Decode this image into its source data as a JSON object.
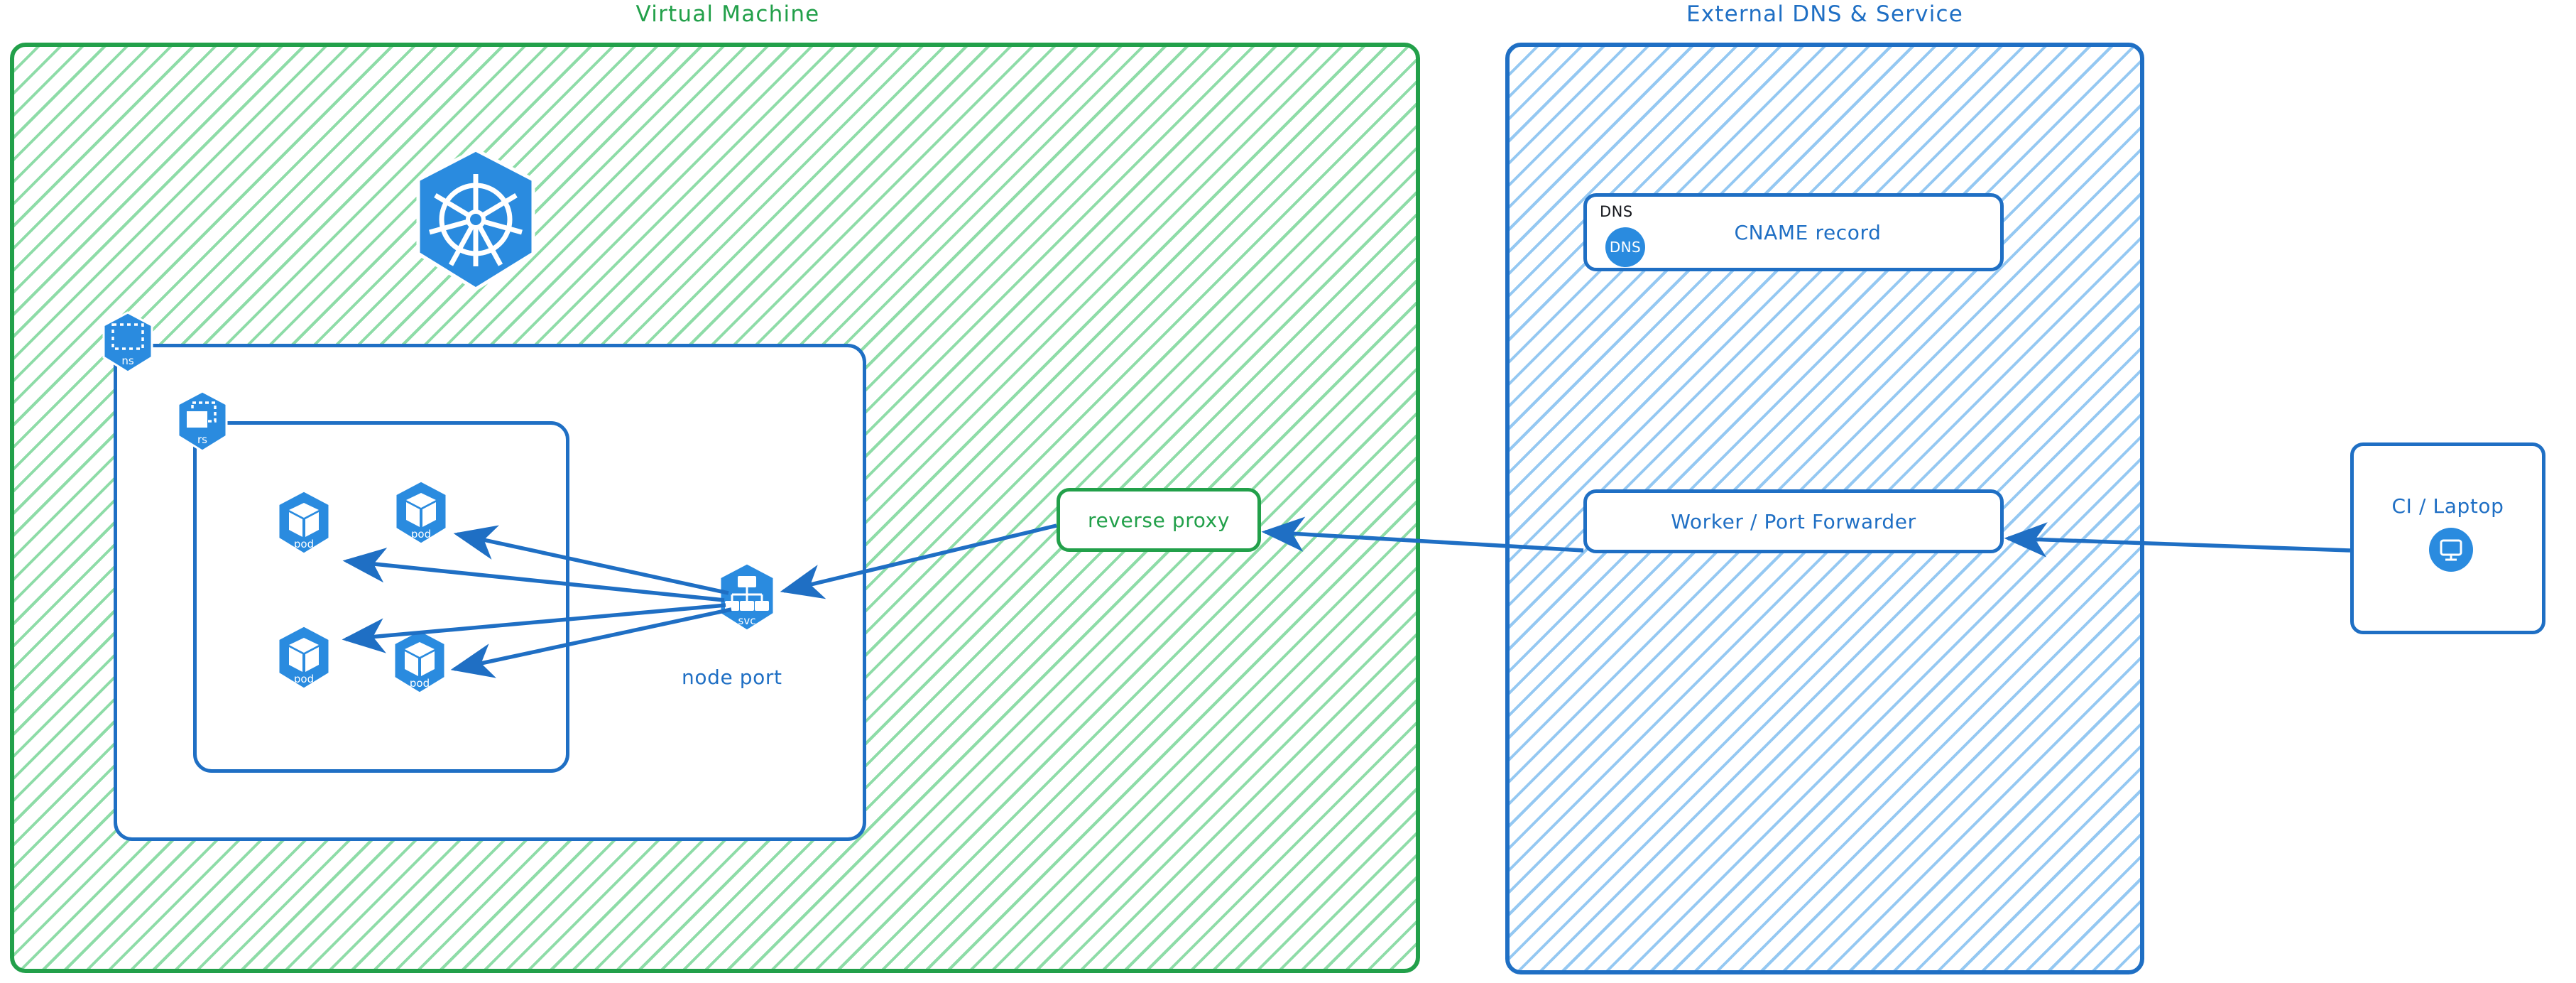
{
  "diagram": {
    "title_left": "Virtual Machine",
    "title_right": "External DNS & Service",
    "colors": {
      "green": "#22a04a",
      "green_hatch": "#7ad698",
      "blue": "#1f6fc4",
      "blue_hatch": "#82bff0",
      "k8s_blue": "#2a8bdf",
      "text_dark": "#16181d"
    }
  },
  "vm": {
    "zone_label": "Virtual Machine",
    "kubernetes_logo": "kubernetes-logo-icon",
    "namespace": {
      "badge_label": "ns",
      "badge_icon": "namespace-icon"
    },
    "replicaset": {
      "badge_label": "rs",
      "badge_icon": "replicaset-icon"
    },
    "pods": [
      {
        "label": "pod",
        "icon": "pod-icon"
      },
      {
        "label": "pod",
        "icon": "pod-icon"
      },
      {
        "label": "pod",
        "icon": "pod-icon"
      },
      {
        "label": "pod",
        "icon": "pod-icon"
      }
    ],
    "service": {
      "badge_label": "svc",
      "badge_icon": "service-icon",
      "caption": "node port"
    },
    "reverse_proxy": {
      "label": "reverse proxy"
    }
  },
  "external": {
    "zone_label": "External DNS & Service",
    "dns_card": {
      "corner_tag": "DNS",
      "badge_text": "DNS",
      "badge_icon": "dns-circle-icon",
      "label": "CNAME record"
    },
    "worker_card": {
      "label": "Worker / Port Forwarder"
    }
  },
  "client": {
    "label": "CI / Laptop",
    "icon": "desktop-monitor-icon"
  },
  "connections": [
    {
      "from": "service",
      "to": "pod-1",
      "direction": "one-way"
    },
    {
      "from": "service",
      "to": "pod-2",
      "direction": "one-way"
    },
    {
      "from": "service",
      "to": "pod-3",
      "direction": "one-way"
    },
    {
      "from": "service",
      "to": "pod-4",
      "direction": "one-way"
    },
    {
      "from": "reverse-proxy",
      "to": "service",
      "direction": "one-way"
    },
    {
      "from": "worker",
      "to": "reverse-proxy",
      "direction": "one-way"
    },
    {
      "from": "ci-laptop",
      "to": "worker",
      "direction": "one-way"
    }
  ]
}
